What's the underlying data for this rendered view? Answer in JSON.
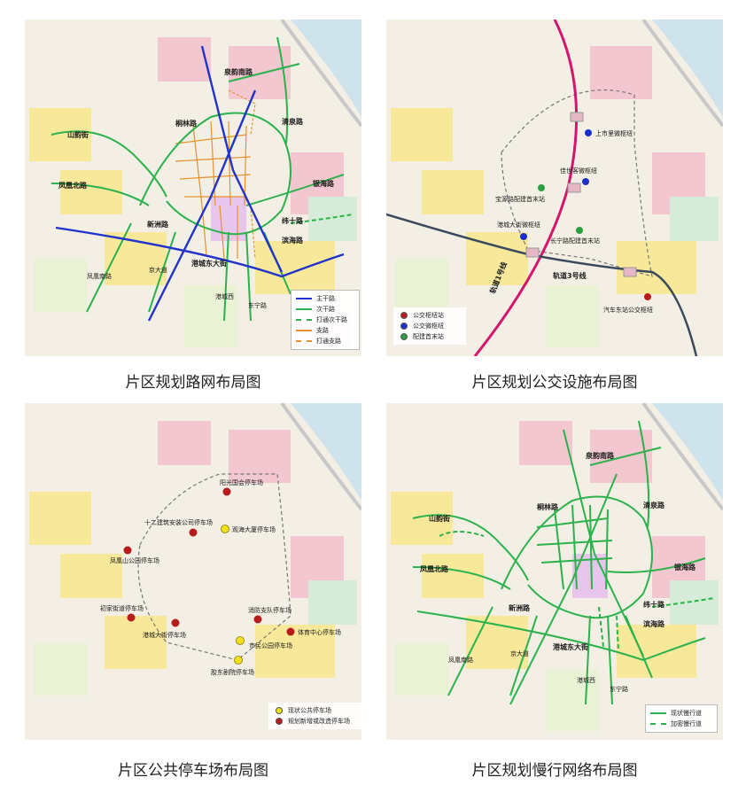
{
  "panels": {
    "road": {
      "caption": "片区规划路网布局图",
      "labels": {
        "quanyun_nan": "泉韵南路",
        "shanyun": "山韵街",
        "tonglin": "桐林路",
        "qingquan": "清泉路",
        "fenghuang_bei": "凤凰北路",
        "yinhai": "银海路",
        "xinzhou": "新洲路",
        "weishi": "纬十路",
        "gangcheng_dong": "港城东大街",
        "binhai": "滨海路",
        "fenghuang_nan": "凤凰南路",
        "jindao": "京大道",
        "gangchengxi": "港城西",
        "dongning": "东宁路"
      },
      "legend": [
        {
          "label": "主干路",
          "color": "#2233cc",
          "style": "solid"
        },
        {
          "label": "次干路",
          "color": "#2bb24c",
          "style": "solid"
        },
        {
          "label": "打通次干路",
          "color": "#2bb24c",
          "style": "dashed"
        },
        {
          "label": "支路",
          "color": "#e8912d",
          "style": "solid"
        },
        {
          "label": "打通支路",
          "color": "#e8912d",
          "style": "dashed"
        }
      ]
    },
    "transit": {
      "caption": "片区规划公交设施布局图",
      "labels": {
        "shangshili": "上市里微枢纽",
        "jiashi": "佳世客微枢纽",
        "baoyuan": "宝源路配建首末站",
        "gangcheng": "港城大街微枢纽",
        "changning": "长宁路配建首末站",
        "line1": "轨道1号线",
        "line3": "轨道3号线",
        "qichedong": "汽车东站公交枢纽"
      },
      "legend": [
        {
          "label": "公交枢纽站",
          "color": "#b71c1c"
        },
        {
          "label": "公交微枢纽",
          "color": "#1a2fcc"
        },
        {
          "label": "配建首末站",
          "color": "#2e9e40"
        }
      ]
    },
    "parking": {
      "caption": "片区公共停车场布局图",
      "labels": {
        "yangguang": "阳光国会停车场",
        "shierjian": "十二建筑安装公司停车场",
        "guanhai": "观海大厦停车场",
        "fenghuangshan": "凤凰山公园停车场",
        "chujia": "初家街道停车场",
        "xiaofang": "消防支队停车场",
        "tiyu": "体育中心停车场",
        "gangcheng": "港城大街停车场",
        "shimin": "市民公园停车场",
        "jiaodong": "胶东剧院停车场"
      },
      "legend": [
        {
          "label": "现状公共停车场",
          "color": "#f2e11a"
        },
        {
          "label": "规划新增或改造停车场",
          "color": "#b71c1c"
        }
      ]
    },
    "slow": {
      "caption": "片区规划慢行网络布局图",
      "labels": {
        "quanyun_nan": "泉韵南路",
        "shanyun": "山韵街",
        "tonglin": "桐林路",
        "qingquan": "清泉路",
        "fenghuang_bei": "凤凰北路",
        "yinhai": "银海路",
        "xinzhou": "新洲路",
        "weishi": "纬十路",
        "gangcheng_dong": "港城东大街",
        "binhai": "滨海路",
        "fenghuang_nan": "凤凰南路",
        "jindao": "京大道",
        "gangchengxi": "港城西",
        "dongning": "东宁路"
      },
      "legend": [
        {
          "label": "现状慢行道",
          "color": "#2bb24c",
          "style": "solid"
        },
        {
          "label": "加密慢行道",
          "color": "#2bb24c",
          "style": "dashed"
        }
      ]
    }
  }
}
